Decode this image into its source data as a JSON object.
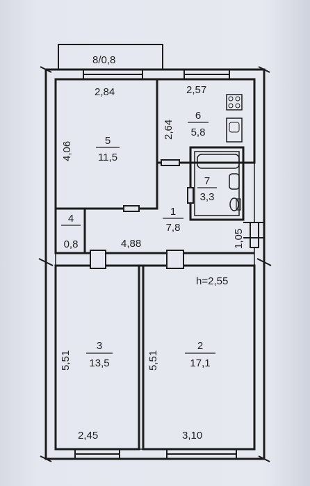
{
  "plan": {
    "ceiling_height": "h=2,55",
    "balcony": {
      "label": "8/0,8"
    },
    "rooms": [
      {
        "id": "1",
        "area": "7,8"
      },
      {
        "id": "2",
        "area": "17,1"
      },
      {
        "id": "3",
        "area": "13,5"
      },
      {
        "id": "4",
        "area": "0,8"
      },
      {
        "id": "5",
        "area": "11,5"
      },
      {
        "id": "6",
        "area": "5,8"
      },
      {
        "id": "7",
        "area": "3,3"
      }
    ],
    "dimensions": {
      "room5_width": "2,84",
      "room5_length": "4,06",
      "room6_width": "2,57",
      "room6_length": "2,64",
      "hall_length": "4,88",
      "hall_width": "1,05",
      "room3_length": "5,51",
      "room3_width": "2,45",
      "room2_length": "5,51",
      "room2_width": "3,10"
    },
    "colors": {
      "wall": "#1c1c1c",
      "background": "#e4e7ef"
    }
  }
}
